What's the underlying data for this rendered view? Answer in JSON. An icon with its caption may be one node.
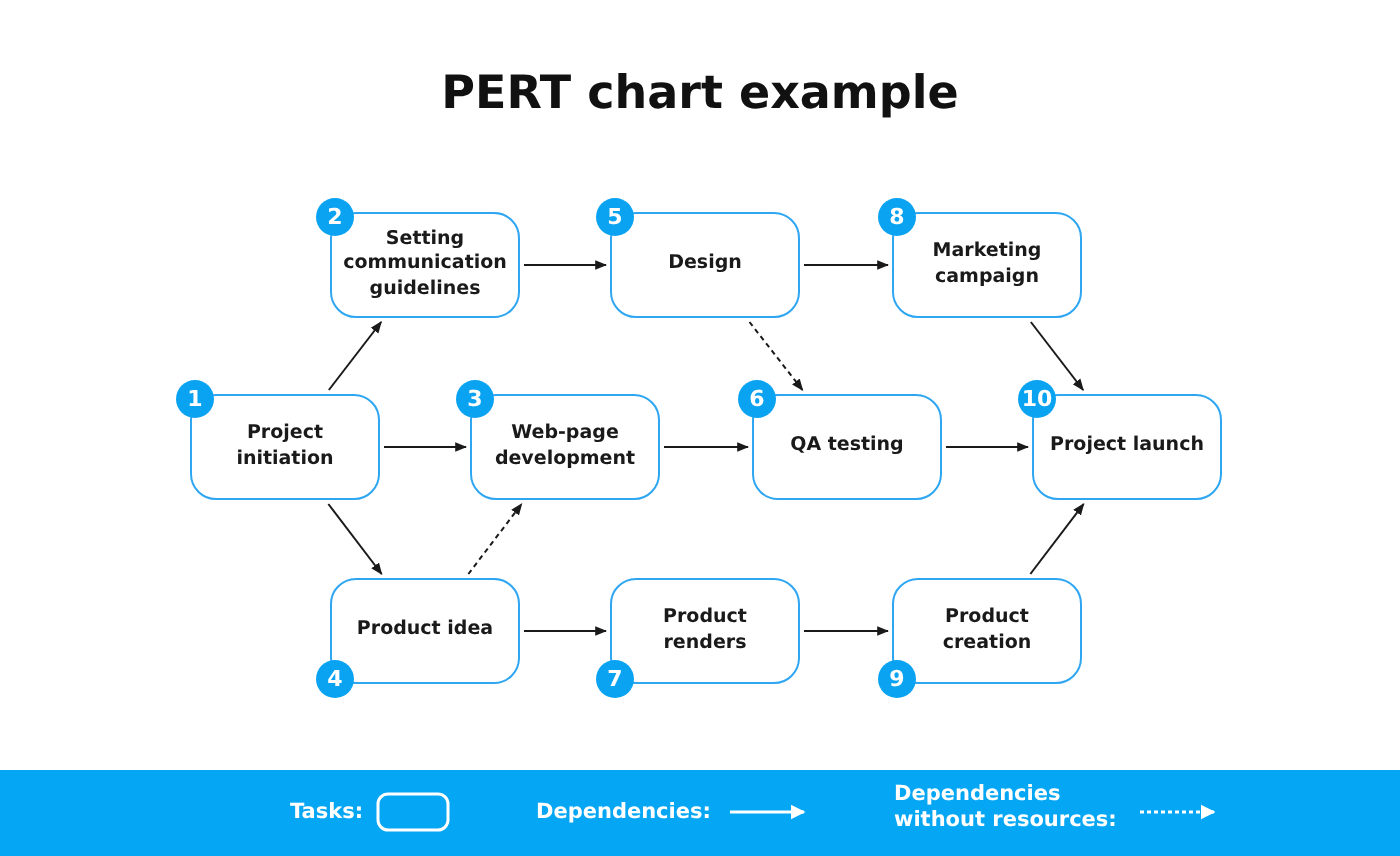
{
  "diagram": {
    "title": "PERT chart example",
    "nodes": [
      {
        "text": [
          "1",
          "Project initiation"
        ]
      },
      {
        "text": [
          "2",
          "Setting communication guidelines"
        ]
      },
      {
        "text": [
          "3",
          "Web-page development"
        ]
      },
      {
        "text": [
          "4",
          "Product idea"
        ]
      },
      {
        "text": [
          "5",
          "Design"
        ]
      },
      {
        "text": [
          "6",
          "QA testing"
        ]
      },
      {
        "text": [
          "7",
          "Product renders"
        ]
      },
      {
        "text": [
          "8",
          "Marketing campaign"
        ]
      },
      {
        "text": [
          "9",
          "Product creation"
        ]
      },
      {
        "text": [
          "10",
          "Project launch"
        ]
      }
    ],
    "edges": [
      {
        "from": 0,
        "to": 1,
        "arrow": "to"
      },
      {
        "from": 0,
        "to": 2,
        "arrow": "to"
      },
      {
        "from": 0,
        "to": 3,
        "arrow": "to"
      },
      {
        "from": 1,
        "to": 4,
        "arrow": "to"
      },
      {
        "from": 4,
        "to": 7,
        "arrow": "to"
      },
      {
        "from": 4,
        "to": 5,
        "arrow": "to",
        "style": "dashed"
      },
      {
        "from": 2,
        "to": 5,
        "arrow": "to"
      },
      {
        "from": 3,
        "to": 2,
        "arrow": "to",
        "style": "dashed"
      },
      {
        "from": 3,
        "to": 6,
        "arrow": "to"
      },
      {
        "from": 6,
        "to": 8,
        "arrow": "to"
      },
      {
        "from": 7,
        "to": 9,
        "arrow": "to"
      },
      {
        "from": 5,
        "to": 9,
        "arrow": "to"
      },
      {
        "from": 8,
        "to": 9,
        "arrow": "to"
      }
    ],
    "legend": [
      {
        "text": "Tasks:"
      },
      {
        "text": "Dependencies:"
      },
      {
        "text": "Dependencies without resources:"
      }
    ]
  }
}
